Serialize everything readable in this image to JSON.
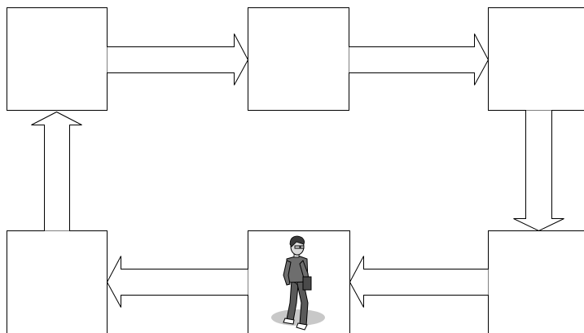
{
  "diagram": {
    "description_text": "",
    "nodes": [
      {
        "id": "box-top-left",
        "label": ""
      },
      {
        "id": "box-top-middle",
        "label": ""
      },
      {
        "id": "box-top-right",
        "label": ""
      },
      {
        "id": "box-bottom-left",
        "label": ""
      },
      {
        "id": "box-bottom-middle",
        "label": ""
      },
      {
        "id": "box-bottom-right",
        "label": ""
      }
    ],
    "edges": [
      {
        "from": "box-top-left",
        "to": "box-top-middle",
        "direction": "right"
      },
      {
        "from": "box-top-middle",
        "to": "box-top-right",
        "direction": "right"
      },
      {
        "from": "box-top-right",
        "to": "box-bottom-right",
        "direction": "down"
      },
      {
        "from": "box-bottom-right",
        "to": "box-bottom-middle",
        "direction": "left"
      },
      {
        "from": "box-bottom-middle",
        "to": "box-bottom-left",
        "direction": "left"
      },
      {
        "from": "box-bottom-left",
        "to": "box-top-left",
        "direction": "up"
      }
    ],
    "figure": {
      "icon": "walking-person-icon",
      "location": "box-bottom-middle"
    },
    "colors": {
      "stroke": "#000000",
      "fill": "#ffffff",
      "shadow": "#c8c8c8",
      "hair": "#3a3a3a",
      "shirt": "#6e6e6e",
      "pants": "#5a5a5a",
      "skin": "#d9d9d9",
      "book": "#4a4a4a"
    }
  }
}
